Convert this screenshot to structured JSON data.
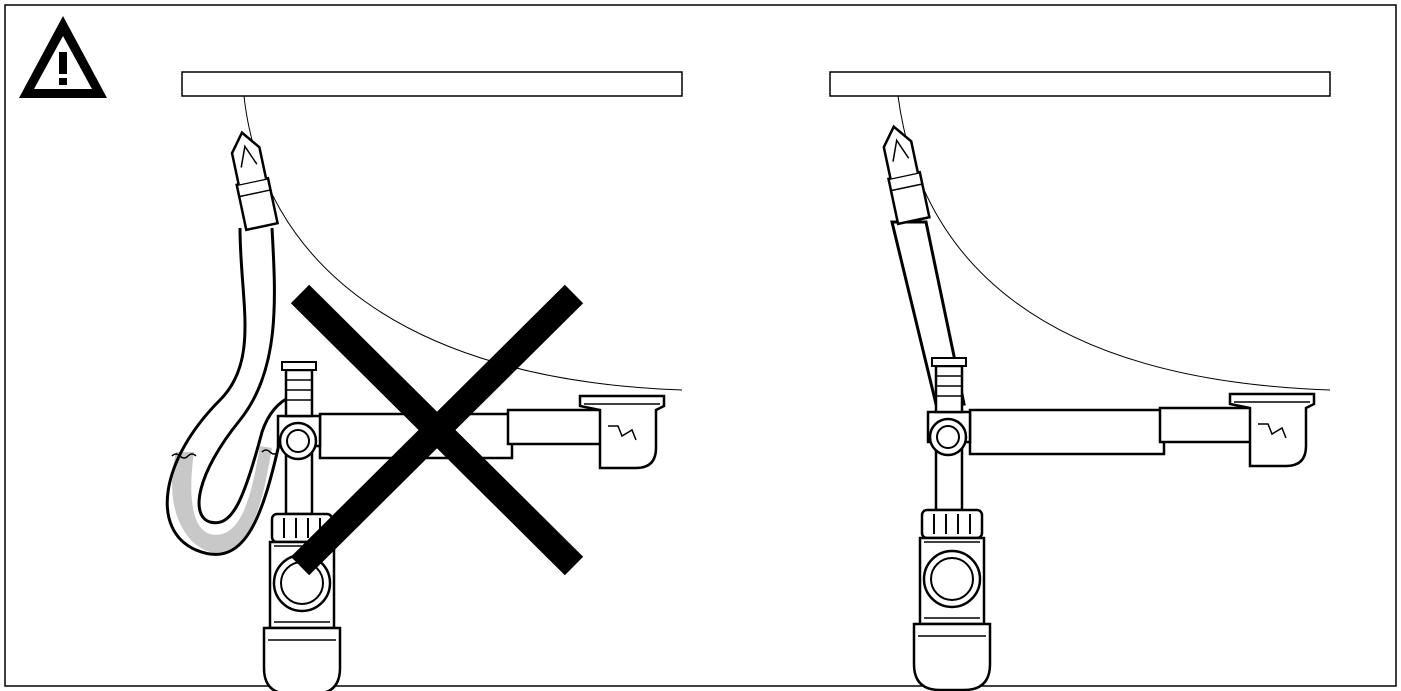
{
  "colors": {
    "stroke": "#000000",
    "background": "#ffffff",
    "water": "#c8c8c8",
    "forbidden_mark": "#000000"
  },
  "icons": {
    "warning": "warning-triangle-icon",
    "forbidden": "cross-mark-icon"
  },
  "panels": [
    {
      "id": "incorrect",
      "hose": "sagging-loop",
      "crossed_out": true,
      "water_in_loop": true
    },
    {
      "id": "correct",
      "hose": "straight-incline",
      "crossed_out": false,
      "water_in_loop": false
    }
  ]
}
